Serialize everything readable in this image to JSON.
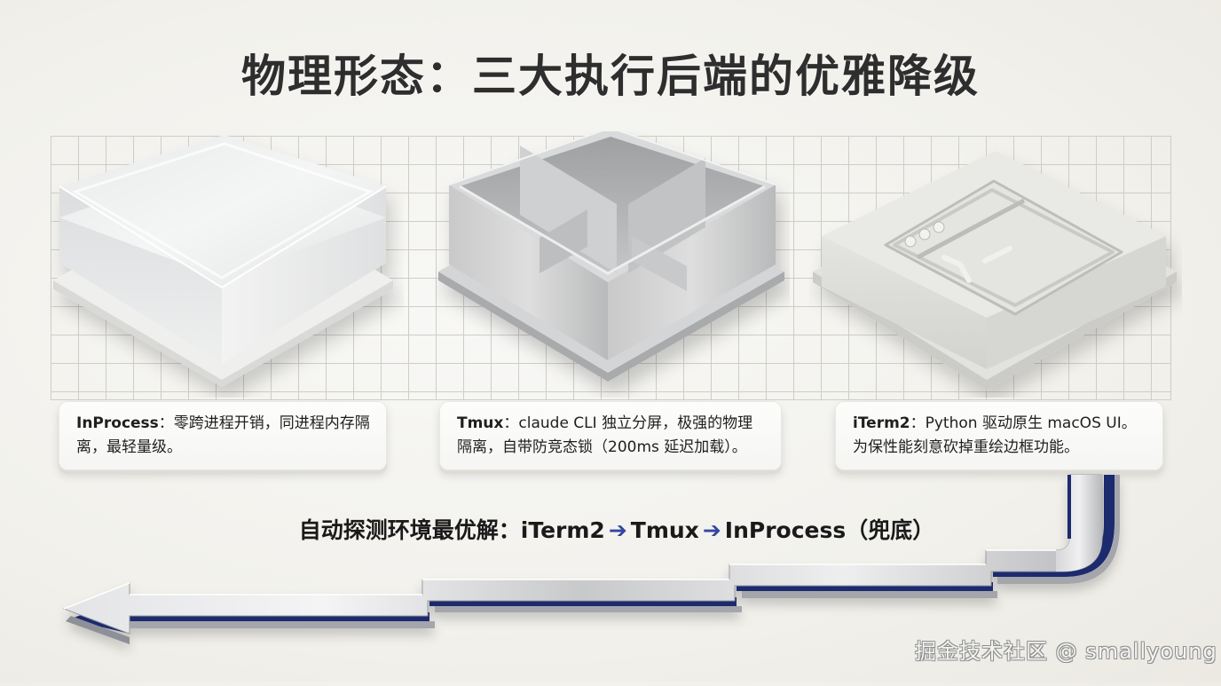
{
  "title": "物理形态：三大执行后端的优雅降级",
  "backends": [
    {
      "name": "InProcess",
      "separator": "：",
      "description": "零跨进程开销，同进程内存隔离，最轻量级。",
      "visual": "frosted-translucent-block"
    },
    {
      "name": "Tmux",
      "separator": "：",
      "description": "claude CLI 独立分屏，极强的物理隔离，自带防竞态锁（200ms 延迟加载）。",
      "visual": "metal-tray-four-compartments"
    },
    {
      "name": "iTerm2",
      "separator": "：",
      "description": "Python 驱动原生 macOS UI。为保性能刻意砍掉重绘边框功能。",
      "visual": "ceramic-terminal-window-block"
    }
  ],
  "flow": {
    "label": "自动探测环境最优解：",
    "steps": [
      "iTerm2",
      "Tmux",
      "InProcess（兜底）"
    ],
    "arrow_glyph": "➔"
  },
  "watermark": "掘金技术社区 @ smallyoung",
  "colors": {
    "background": "#f2f1ec",
    "title": "#2e2e2e",
    "flow_arrow": "#3346a0",
    "path_accent": "#1e2a6e",
    "grid_line": "#cfcdc6"
  }
}
